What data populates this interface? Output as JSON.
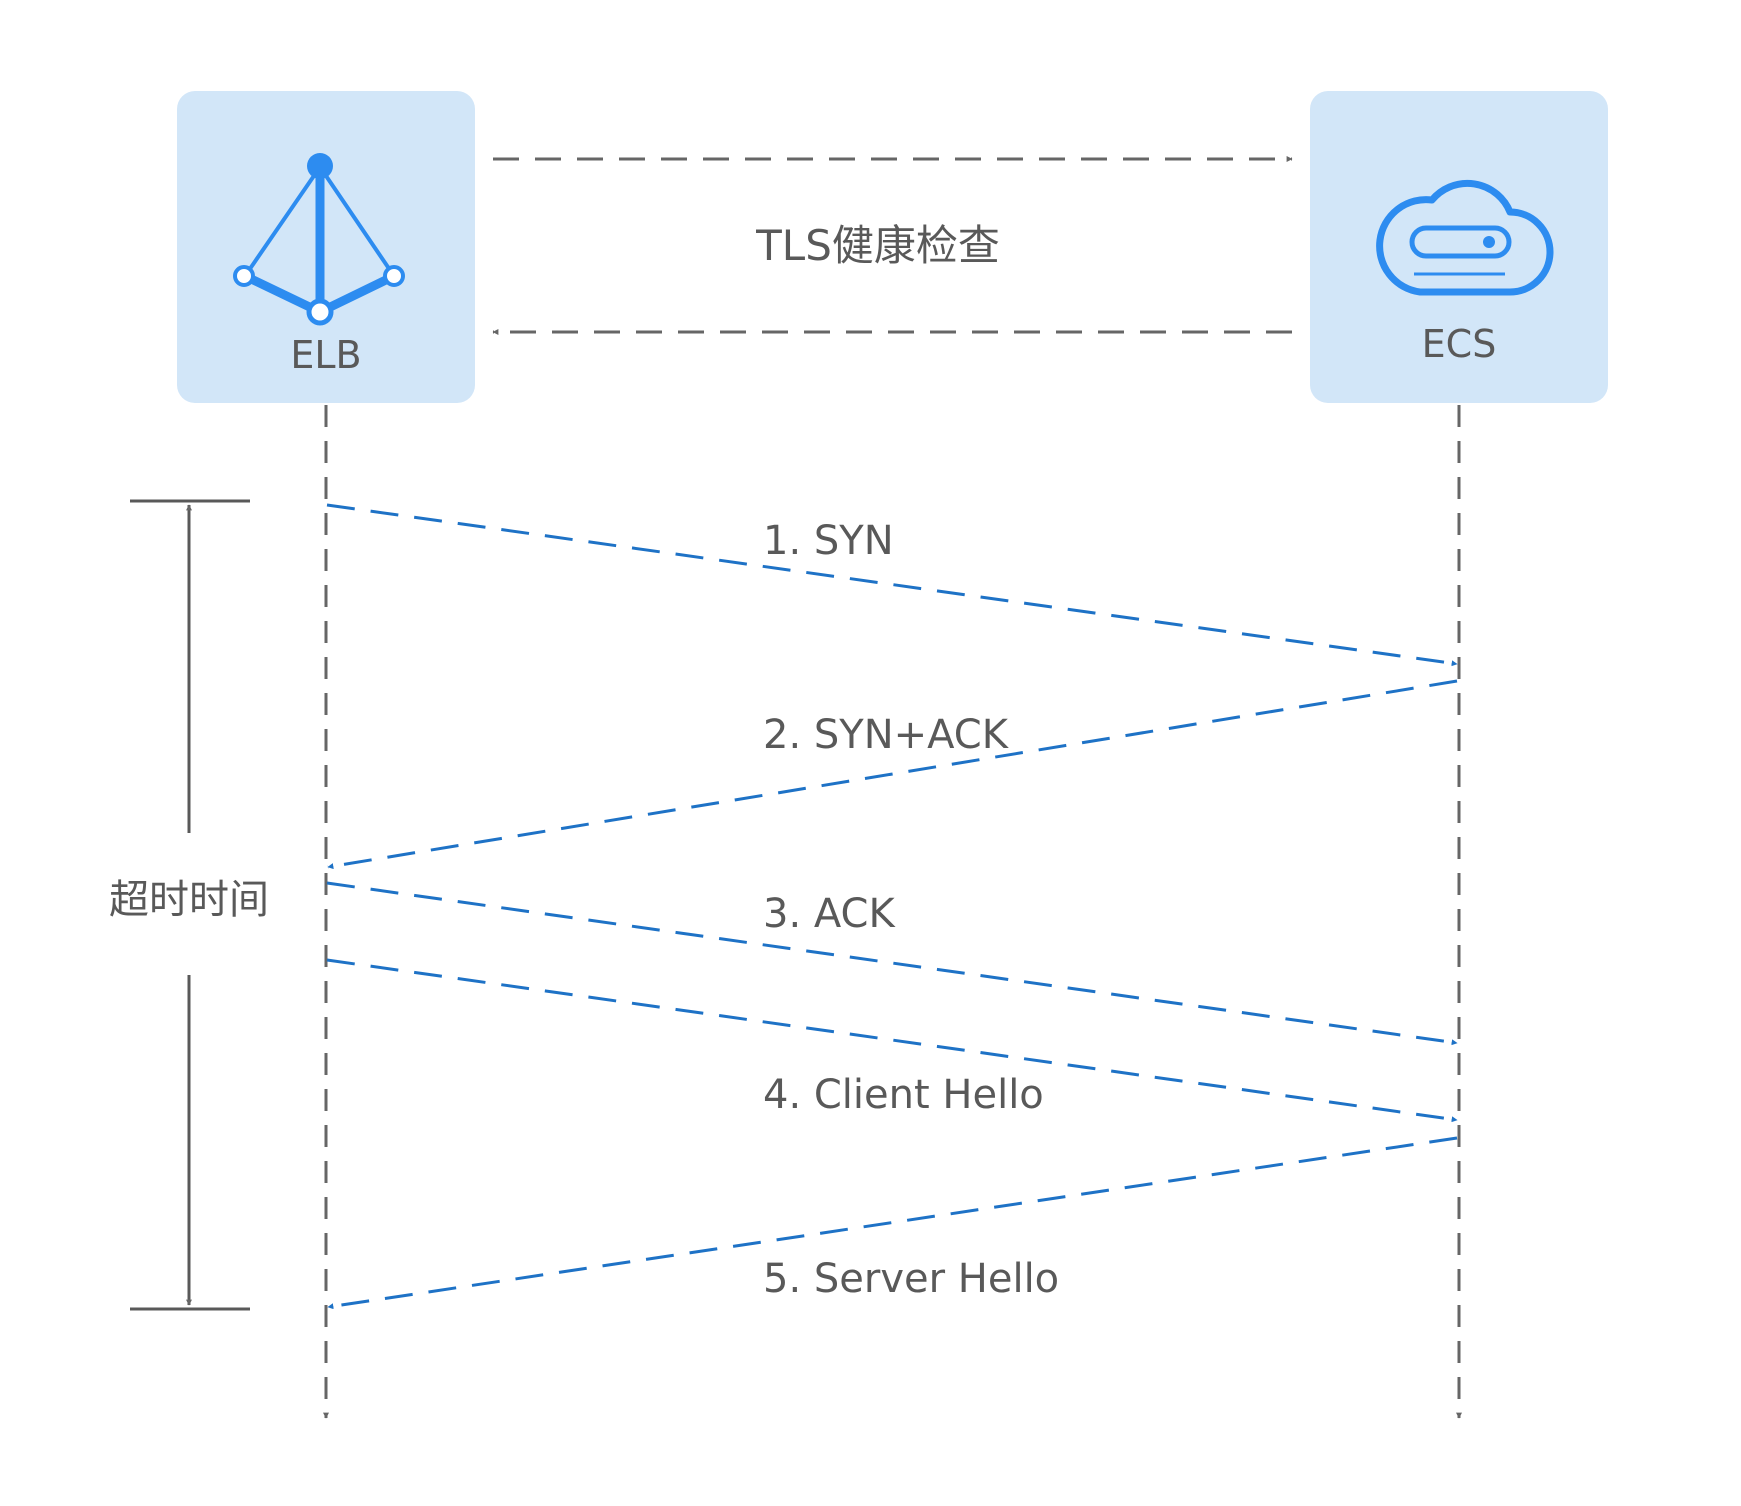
{
  "nodes": {
    "left": {
      "label": "ELB",
      "icon": "load-balancer-icon"
    },
    "right": {
      "label": "ECS",
      "icon": "cloud-server-icon"
    }
  },
  "top_exchange": {
    "label": "TLS健康检查"
  },
  "timeout": {
    "label": "超时时间"
  },
  "messages": [
    {
      "label": "1. SYN",
      "from": "ELB",
      "to": "ECS"
    },
    {
      "label": "2. SYN+ACK",
      "from": "ECS",
      "to": "ELB"
    },
    {
      "label": "3. ACK",
      "from": "ELB",
      "to": "ECS"
    },
    {
      "label": "4. Client Hello",
      "from": "ELB",
      "to": "ECS"
    },
    {
      "label": "5. Server Hello",
      "from": "ECS",
      "to": "ELB"
    }
  ],
  "colors": {
    "node_fill": "#d2e6f8",
    "icon_blue": "#2d8cf0",
    "message_blue": "#1e72c6",
    "line_gray": "#666666",
    "text_gray": "#595959"
  }
}
